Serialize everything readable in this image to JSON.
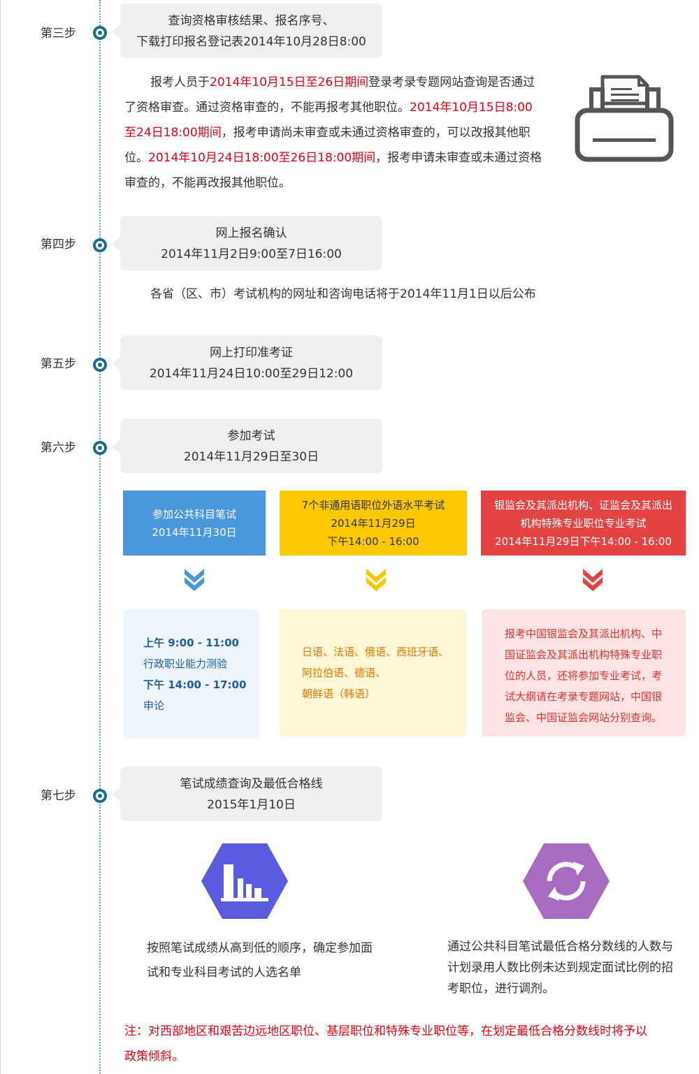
{
  "steps": {
    "s3": {
      "label": "第三步",
      "box": [
        "查询资格审核结果、报名序号、",
        "下载打印报名登记表2014年10月28日8:00"
      ],
      "para": {
        "l1a": "报考人员于",
        "l1b": "2014年10月15日至26日期间",
        "l1c": "登录考录专题网站查询是否通过",
        "l2a": "了资格审查。通过资格审查的，不能再报考其他职位。",
        "l2b": "2014年10月15日8:00",
        "l3a": "至24日18:00期间",
        "l3b": "，报考申请尚未审查或未通过资格审查的，可以改报其他职",
        "l4a": "位。",
        "l4b": "2014年10月24日18:00至26日18:00期间",
        "l4c": "，报考申请未审查或未通过资格",
        "l5": "审查的，不能再改报其他职位。"
      }
    },
    "s4": {
      "label": "第四步",
      "box": [
        "网上报名确认",
        "2014年11月2日9:00至7日16:00"
      ],
      "para": "各省（区、市）考试机构的网址和咨询电话将于2014年11月1日以后公布"
    },
    "s5": {
      "label": "第五步",
      "box": [
        "网上打印准考证",
        "2014年11月24日10:00至29日12:00"
      ]
    },
    "s6": {
      "label": "第六步",
      "box": [
        "参加考试",
        "2014年11月29日至30日"
      ],
      "cards": [
        {
          "head": [
            "参加公共科目笔试",
            "2014年11月30日"
          ],
          "body": [
            "上午 9:00 - 11:00",
            "行政职业能力测验",
            "下午 14:00 - 17:00",
            "申论"
          ]
        },
        {
          "head": [
            "7个非通用语职位外语水平考试",
            "2014年11月29日",
            "下午14:00 - 16:00"
          ],
          "body": [
            "日语、法语、俄语、西班牙语、",
            "阿拉伯语、德语、",
            "朝鲜语（韩语）"
          ]
        },
        {
          "head": [
            "银监会及其派出机构、证监会及其派出",
            "机构特殊专业职位专业考试",
            "2014年11月29日下午14:00 - 16:00"
          ],
          "body": [
            "报考中国银监会及其派出机构、中",
            "国证监会及其派出机构特殊专业职",
            "位的人员，还将参加专业考试，考",
            "试大纲请在考录专题网站，中国银",
            "监会、中国证监会网站分别查询。"
          ]
        }
      ]
    },
    "s7": {
      "label": "第七步",
      "box": [
        "笔试成绩查询及最低合格线",
        "2015年1月10日"
      ],
      "left_desc": [
        "按照笔试成绩从高到低的顺序，确定参加面",
        "试和专业科目考试的人选名单"
      ],
      "right_desc": [
        "通过公共科目笔试最低合格分数线的人数与",
        "计划录用人数比例未达到规定面试比例的招",
        "考职位，进行调剂。"
      ]
    }
  },
  "note": [
    "注：对西部地区和艰苦边远地区职位、基层职位和特殊专业职位等，在划定最低合格分数线时将予以",
    "政策倾斜。"
  ],
  "icons": {
    "printer": "printer-icon",
    "chart": "bar-chart-icon",
    "refresh": "refresh-icon",
    "chevron": "double-chevron-down-icon"
  },
  "colors": {
    "accent_teal": "#1b6d8c",
    "card_blue": "#4a97dc",
    "card_yellow": "#fcc800",
    "card_red": "#e34343",
    "body_blue_bg": "#eef5fc",
    "body_blue_text": "#1e5ea8",
    "body_yellow_bg": "#fff7d6",
    "body_yellow_text": "#e07800",
    "body_pink_bg": "#fde3e3",
    "body_pink_text": "#e03030",
    "hex_blue": "#5b5be0",
    "hex_purple": "#a86bc0",
    "red_text": "#e60012"
  }
}
